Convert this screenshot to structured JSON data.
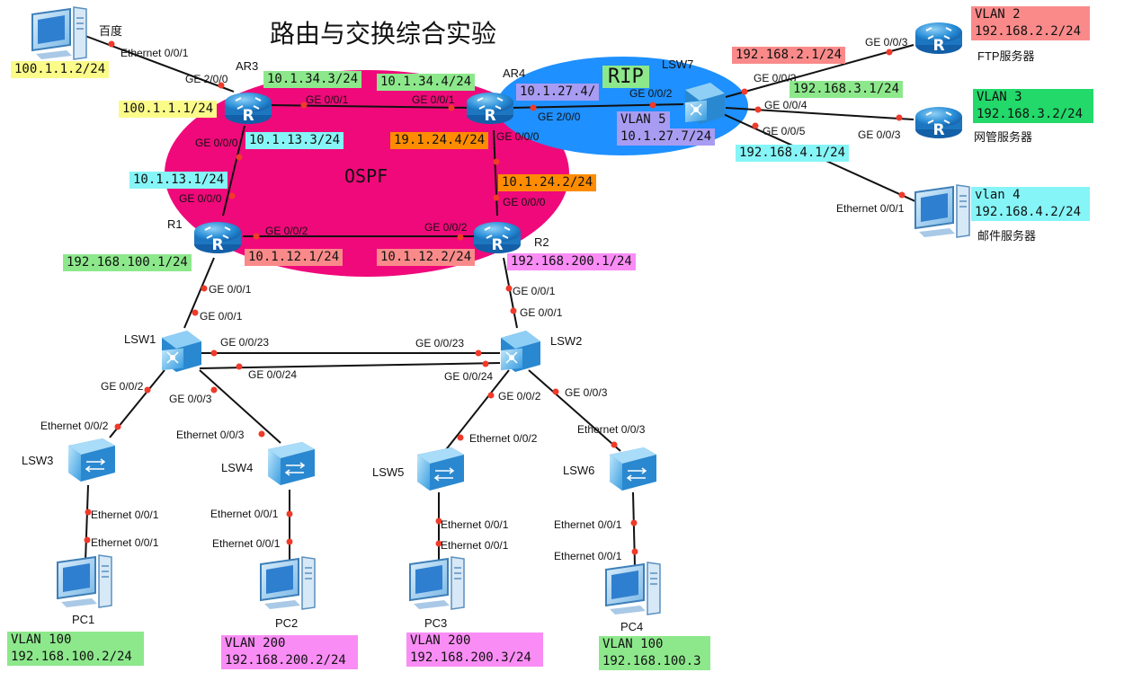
{
  "title": "路由与交换综合实验",
  "zones": {
    "ospf": "OSPF",
    "rip": "RIP"
  },
  "colors": {
    "ospf_area": "#f0097a",
    "rip_area": "#1e90ff",
    "yellow": "#fbfb8a",
    "green": "#8de88c",
    "cyan": "#86f5f7",
    "orange": "#ff8c00",
    "salmon": "#fa8a8a",
    "violet": "#a89cf2",
    "magenta": "#f98df5",
    "bright_green": "#22d96a",
    "port_dot": "#f03a2a"
  },
  "devices": {
    "baidu": "百度",
    "ar3": "AR3",
    "ar4": "AR4",
    "r1": "R1",
    "r2": "R2",
    "lsw7": "LSW7",
    "lsw1": "LSW1",
    "lsw2": "LSW2",
    "lsw3": "LSW3",
    "lsw4": "LSW4",
    "lsw5": "LSW5",
    "lsw6": "LSW6",
    "pc1": "PC1",
    "pc2": "PC2",
    "pc3": "PC3",
    "pc4": "PC4",
    "ftp": "FTP服务器",
    "nms": "网管服务器",
    "mail": "邮件服务器"
  },
  "ports": {
    "baidu_eth": "Ethernet 0/0/1",
    "ar3_ge200": "GE 2/0/0",
    "ar3_ge001": "GE 0/0/1",
    "ar3_ge000": "GE 0/0/0",
    "ar4_ge001": "GE 0/0/1",
    "ar4_ge000": "GE 0/0/0",
    "ar4_ge200": "GE 2/0/0",
    "lsw7_ge002": "GE 0/0/2",
    "r1_ge000": "GE 0/0/0",
    "r1_ge002": "GE 0/0/2",
    "r1_ge001": "GE 0/0/1",
    "r2_ge002": "GE 0/0/2",
    "r2_ge000": "GE 0/0/0",
    "r2_ge001": "GE 0/0/1",
    "lsw1_ge001": "GE 0/0/1",
    "lsw1_ge023": "GE 0/0/23",
    "lsw1_ge024": "GE 0/0/24",
    "lsw1_ge002": "GE 0/0/2",
    "lsw1_ge003": "GE 0/0/3",
    "lsw2_ge001": "GE 0/0/1",
    "lsw2_ge023": "GE 0/0/23",
    "lsw2_ge024": "GE 0/0/24",
    "lsw2_ge002": "GE 0/0/2",
    "lsw2_ge003": "GE 0/0/3",
    "lsw3_eth002": "Ethernet 0/0/2",
    "lsw3_eth001": "Ethernet 0/0/1",
    "pc1_eth": "Ethernet 0/0/1",
    "lsw4_eth003": "Ethernet 0/0/3",
    "lsw4_eth001": "Ethernet 0/0/1",
    "pc2_eth": "Ethernet 0/0/1",
    "lsw5_eth002": "Ethernet 0/0/2",
    "lsw5_eth001": "Ethernet 0/0/1",
    "pc3_eth": "Ethernet 0/0/1",
    "lsw6_eth003": "Ethernet 0/0/3",
    "lsw6_eth001": "Ethernet 0/0/1",
    "pc4_eth": "Ethernet 0/0/1",
    "lsw7_ge003": "GE 0/0/3",
    "ftp_ge003": "GE 0/0/3",
    "lsw7_ge004": "GE 0/0/4",
    "nms_ge003": "GE 0/0/3",
    "lsw7_ge005": "GE 0/0/5",
    "mail_eth": "Ethernet 0/0/1"
  },
  "addresses": {
    "baidu_ip": "100.1.1.2/24",
    "ar3_ext": "100.1.1.1/24",
    "ar3_ar4": "10.1.34.3/24",
    "ar4_ar3": "10.1.34.4/24",
    "ar4_lsw7": "10.1.27.4/",
    "lsw7_vlan5": "VLAN 5",
    "lsw7_vlan5_ip": "10.1.27.7/24",
    "ar3_r1": "10.1.13.3/24",
    "r1_ar3": "10.1.13.1/24",
    "ar4_r2": "19.1.24.4/24",
    "r2_ar4": "10.1.24.2/24",
    "r1_r2": "10.1.12.1/24",
    "r2_r1": "10.1.12.2/24",
    "r1_lan": "192.168.100.1/24",
    "r2_lan": "192.168.200.1/24",
    "lsw7_vlan2_gw": "192.168.2.1/24",
    "lsw7_vlan3_gw": "192.168.3.1/24",
    "lsw7_vlan4_gw": "192.168.4.1/24",
    "ftp_vlan": "VLAN 2",
    "ftp_ip": "192.168.2.2/24",
    "nms_vlan": "VLAN 3",
    "nms_ip": "192.168.3.2/24",
    "mail_vlan": "vlan 4",
    "mail_ip": "192.168.4.2/24",
    "pc1_vlan": "VLAN 100",
    "pc1_ip": "192.168.100.2/24",
    "pc2_vlan": "VLAN 200",
    "pc2_ip": "192.168.200.2/24",
    "pc3_vlan": "VLAN 200",
    "pc3_ip": "192.168.200.3/24",
    "pc4_vlan": "VLAN 100",
    "pc4_ip": "192.168.100.3"
  },
  "icons": {
    "router": "router-icon",
    "l3switch": "l3-switch-icon",
    "l2switch": "l2-switch-icon",
    "pc": "pc-icon"
  }
}
